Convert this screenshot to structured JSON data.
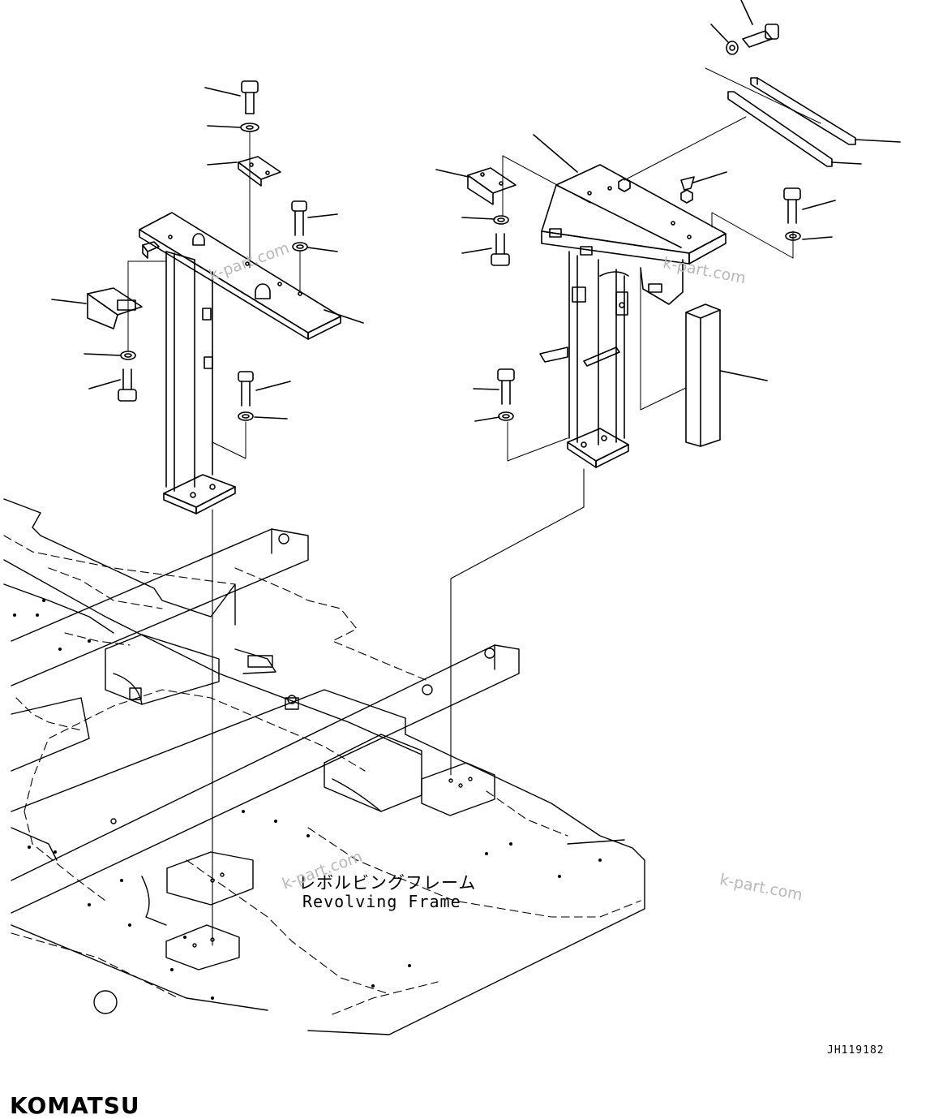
{
  "labels": {
    "frame_jp": "レボルビングフレーム",
    "frame_en": "Revolving Frame",
    "drawing_code": "JH119182"
  },
  "watermarks": [
    "k-part.com",
    "k-part.com",
    "k-part.com",
    "k-part.com"
  ],
  "brand": {
    "logo": "KOMATSU"
  },
  "colors": {
    "line": "#000000",
    "watermark": "#b8b8b8"
  }
}
